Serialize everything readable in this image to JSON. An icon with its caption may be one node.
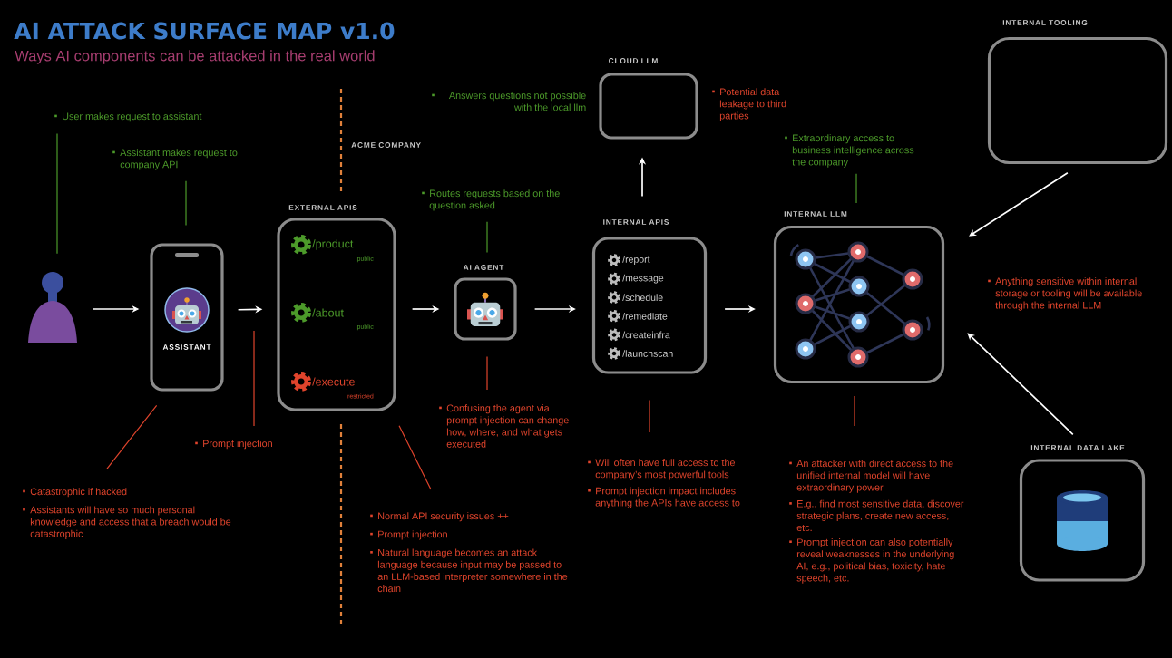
{
  "diagram": {
    "title": "AI ATTACK SURFACE MAP v1.0",
    "nodes": [
      {
        "text": [],
        "shape": "person"
      },
      {
        "text": [
          "ASSISTANT"
        ]
      },
      {
        "text": [
          "EXTERNAL APIS",
          "/product",
          "public",
          "/about",
          "public",
          "/execute",
          "restricted"
        ]
      },
      {
        "text": [
          "AI AGENT"
        ]
      },
      {
        "text": [
          "INTERNAL APIS",
          "/report",
          "/message",
          "/schedule",
          "/remediate",
          "/createinfra",
          "/launchscan"
        ]
      },
      {
        "text": [
          "CLOUD LLM"
        ]
      },
      {
        "text": [
          "INTERNAL LLM"
        ]
      },
      {
        "text": [
          "INTERNAL TOOLING"
        ]
      },
      {
        "text": [
          "INTERNAL DATA LAKE"
        ]
      },
      {
        "text": [
          "User makes request to assistant"
        ]
      },
      {
        "text": [
          "Assistant makes request to company API"
        ]
      },
      {
        "text": [
          "Routes requests based on the question asked"
        ]
      },
      {
        "text": [
          "Extraordinary access to business intelligence across the company"
        ]
      },
      {
        "text": [
          "Prompt injection"
        ]
      },
      {
        "text": [
          "Catastrophic if hacked",
          "Assistants will have so much personal knowledge and access that a breach would be catastrophic"
        ]
      },
      {
        "text": [
          "Confusing the agent via prompt injection can change how, where, and what gets executed"
        ]
      },
      {
        "text": [
          "Normal API security issues ++",
          "Prompt injection",
          "Natural language becomes an attack language because input may be passed to an LLM-based interpreter somewhere in the chain"
        ]
      },
      {
        "text": [
          "Will often have full access to the company’s most powerful tools",
          "Prompt injection impact includes anything the APIs have access to"
        ]
      },
      {
        "text": [
          "An attacker with direct access to the unified internal model will have extraordinary power",
          "E.g., find most sensitive data, discover strategic plans, create new access, etc.",
          "Prompt injection can also potentially reveal weaknesses in the underlying AI, e.g., political bias, toxicity, hate speech, etc."
        ]
      }
    ],
    "edges": [
      {
        "from": 0,
        "to": 1,
        "arrow": "to"
      },
      {
        "from": 1,
        "to": 2,
        "arrow": "to"
      },
      {
        "from": 2,
        "to": 3,
        "arrow": "to"
      },
      {
        "from": 3,
        "to": 4,
        "arrow": "to"
      },
      {
        "from": 4,
        "to": 5,
        "arrow": "to"
      },
      {
        "from": 4,
        "to": 6,
        "arrow": "to"
      },
      {
        "from": 7,
        "to": 6,
        "arrow": "to"
      },
      {
        "from": 8,
        "to": 6,
        "arrow": "to"
      },
      {
        "from": 9,
        "to": 0,
        "arrow": "none",
        "color": "#4c9a2a"
      },
      {
        "from": 10,
        "to": 1,
        "arrow": "none",
        "color": "#4c9a2a"
      },
      {
        "from": 11,
        "to": 3,
        "arrow": "none",
        "color": "#4c9a2a"
      },
      {
        "from": 12,
        "to": 6,
        "arrow": "none",
        "color": "#4c9a2a"
      },
      {
        "from": 13,
        "to": null,
        "arrow": "none",
        "color": "#e0442c"
      },
      {
        "from": 14,
        "to": 1,
        "arrow": "none",
        "color": "#e0442c"
      },
      {
        "from": 15,
        "to": 3,
        "arrow": "none",
        "color": "#e0442c"
      },
      {
        "from": 16,
        "to": 2,
        "arrow": "none",
        "color": "#e0442c"
      },
      {
        "from": 17,
        "to": 4,
        "arrow": "none",
        "color": "#e0442c"
      },
      {
        "from": 18,
        "to": 6,
        "arrow": "none",
        "color": "#e0442c"
      }
    ],
    "labels": [
      "Ways AI components can be attacked in the real world",
      "ACME COMPANY",
      "Answers questions not possible with the local llm",
      "Potential data leakage to third parties",
      "Anything sensitive within internal storage or tooling will be available through the internal LLM"
    ]
  }
}
